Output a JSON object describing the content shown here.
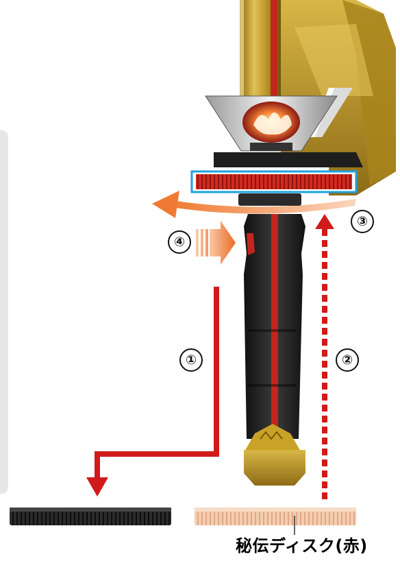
{
  "callouts": {
    "step1": "①",
    "step2": "②",
    "step3": "③",
    "step4": "④"
  },
  "labels": {
    "red_disk": "秘伝ディスク(赤)"
  },
  "colors": {
    "gold": "#c9a227",
    "red_arrow": "#d11a1a",
    "orange_arrow": "#f07a33",
    "red_disk": "#cf2b22",
    "peach_disk": "#f3c8a8",
    "black_disk": "#2a2a2a",
    "highlight": "#1ea0e0"
  }
}
